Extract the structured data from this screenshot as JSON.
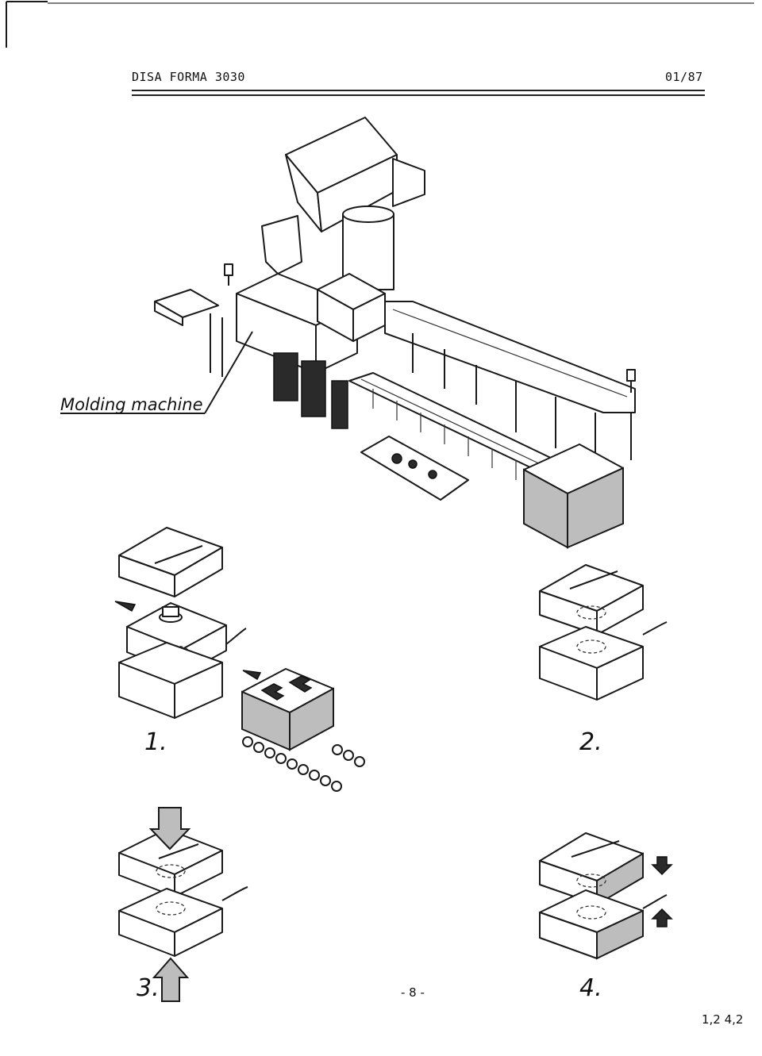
{
  "header": {
    "title": "DISA FORMA 3030",
    "date": "01/87"
  },
  "callout": {
    "label": "Molding machine"
  },
  "steps": {
    "one": "1.",
    "two": "2.",
    "three": "3.",
    "four": "4."
  },
  "footer": {
    "page_number": "- 8 -",
    "corner_note": "1,2  4,2"
  },
  "icons": [
    "arrow-icon",
    "arrow-up-icon",
    "arrow-down-icon"
  ]
}
